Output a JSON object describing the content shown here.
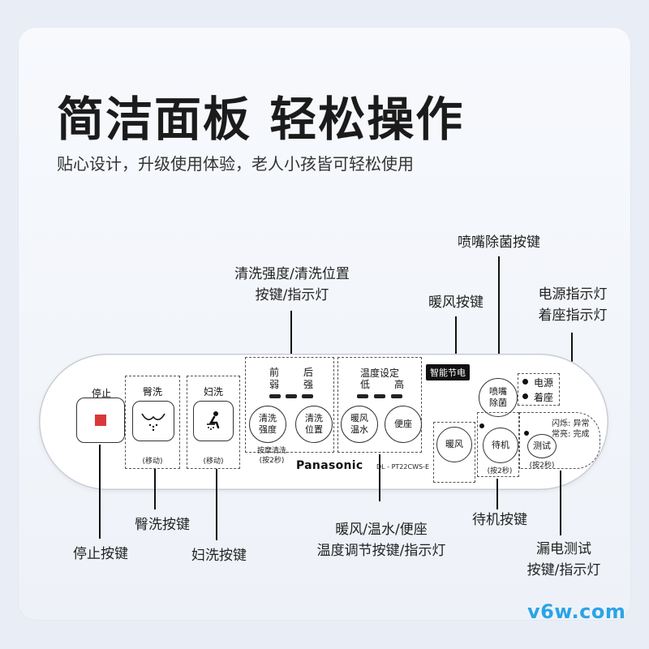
{
  "header": {
    "title": "简洁面板 轻松操作",
    "subtitle": "贴心设计，升级使用体验，老人小孩皆可轻松使用"
  },
  "callouts": {
    "spray_sterilize": "喷嘴除菌按键",
    "wash_strength_1": "清洗强度/清洗位置",
    "wash_strength_2": "按键/指示灯",
    "warm_air": "暖风按键",
    "power_ind_1": "电源指示灯",
    "power_ind_2": "着座指示灯",
    "rear_wash": "臀洗按键",
    "stop": "停止按键",
    "feminine_wash": "妇洗按键",
    "temp_1": "暖风/温水/便座",
    "temp_2": "温度调节按键/指示灯",
    "standby": "待机按键",
    "leak_1": "漏电测试",
    "leak_2": "按键/指示灯"
  },
  "panel": {
    "stop_label": "停止",
    "rear_label": "臀洗",
    "rear_move": "(移动)",
    "fem_label": "妇洗",
    "fem_move": "(移动)",
    "front_label": "前",
    "back_label": "后",
    "weak_label": "弱",
    "strong_label": "强",
    "strength_btn": "清洗\n强度",
    "position_btn": "清洗\n位置",
    "massage_note": "按摩清洗",
    "hold_2s": "(按2秒)",
    "temp_setting": "温度设定",
    "low_label": "低",
    "high_label": "高",
    "warm_water_btn": "暖风\n温水",
    "seat_btn": "便座",
    "eco_label": "智能节电",
    "nozzle_btn": "喷嘴\n除菌",
    "power_label": "电源",
    "seated_label": "着座",
    "warm_air_btn": "暖风",
    "standby_btn": "待机",
    "standby_hold": "(按2秒)",
    "flash_note": "闪烁: 异常",
    "steady_note": "常亮: 完成",
    "test_btn": "测试",
    "test_hold": "(按2秒)",
    "brand": "Panasonic",
    "model": "DL - PT22CWS-E"
  },
  "watermark": "v6w.com",
  "colors": {
    "stop_square": "#d9383a",
    "accent_watermark": "#2aa4e6"
  }
}
